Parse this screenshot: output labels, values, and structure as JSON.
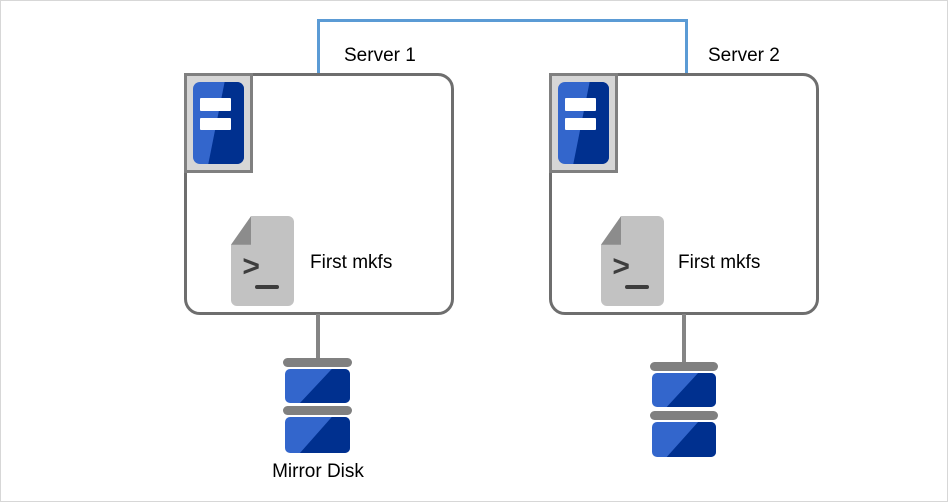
{
  "diagram": {
    "type": "mirror-disk-cluster-topology",
    "background_color": "#ffffff",
    "border_color": "#d7d7d7",
    "interconnect": {
      "name": "server-interconnect-link",
      "color": "#5b9bd5"
    },
    "nodes": [
      {
        "id": "server-1",
        "label": "Server 1",
        "icon": "server-rack-icon",
        "action": {
          "icon": "script-terminal-icon",
          "label": "First mkfs"
        },
        "storage": {
          "icon": "disk-stack-icon",
          "label": "Mirror Disk"
        }
      },
      {
        "id": "server-2",
        "label": "Server 2",
        "icon": "server-rack-icon",
        "action": {
          "icon": "script-terminal-icon",
          "label": "First mkfs"
        },
        "storage": {
          "icon": "disk-stack-icon",
          "label": ""
        }
      }
    ],
    "colors": {
      "server_border": "#6e6e6e",
      "icon_frame": "#808080",
      "icon_frame_fill": "#d6d6d6",
      "blue_light": "#3366cc",
      "blue_dark": "#00308f",
      "gray_doc": "#c2c2c2",
      "gray_fold": "#8c8c8c",
      "wire": "#858585",
      "text": "#000000"
    }
  }
}
